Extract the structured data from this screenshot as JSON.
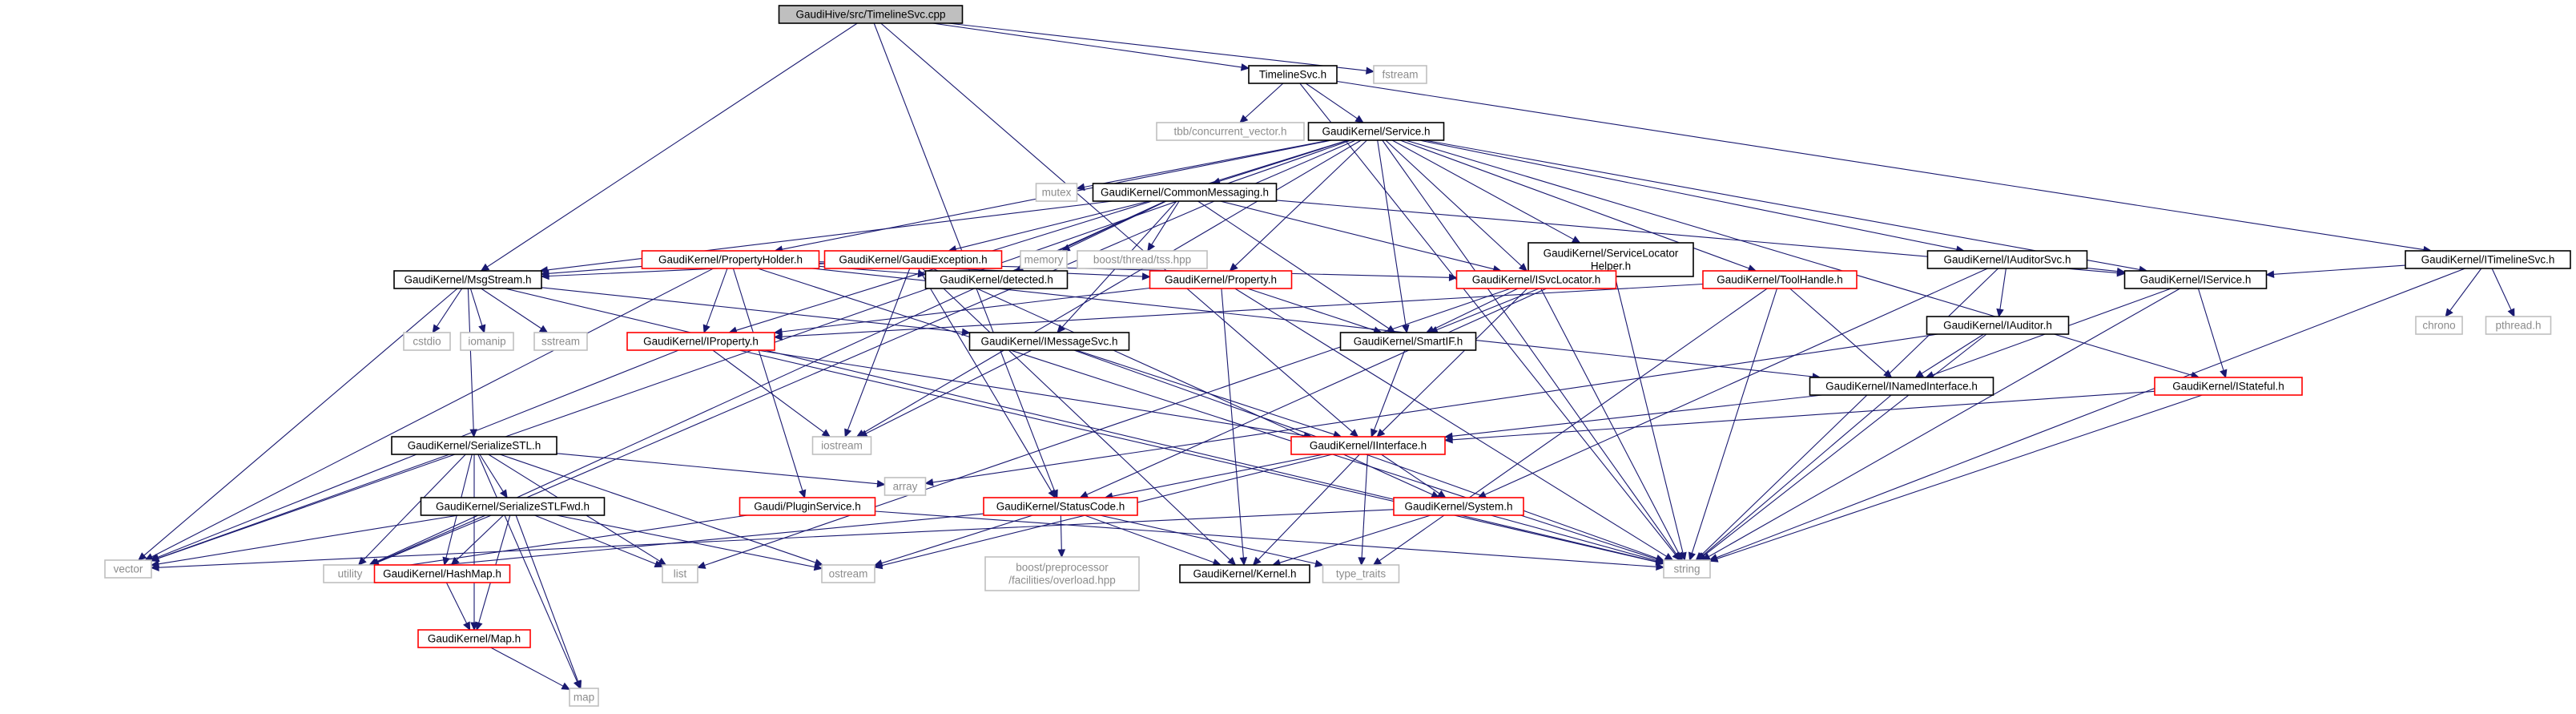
{
  "diagram": {
    "colors": {
      "edge": "#191970",
      "root_fill": "#bfbfbf",
      "documented_border": "#000000",
      "partial_border": "#ff0000",
      "external_border": "#bfbfbf",
      "external_text": "#8c8c8c"
    },
    "nodes": [
      {
        "id": "timelinesvc-cpp",
        "label": "GaudiHive/src/TimelineSvc.cpp",
        "style": "root"
      },
      {
        "id": "timelinesvc-h",
        "label": "TimelineSvc.h",
        "style": "documented"
      },
      {
        "id": "fstream",
        "label": "fstream",
        "style": "external"
      },
      {
        "id": "tbb-concurrent-vector",
        "label": "tbb/concurrent_vector.h",
        "style": "external"
      },
      {
        "id": "service-h",
        "label": "GaudiKernel/Service.h",
        "style": "documented"
      },
      {
        "id": "itimelinesvc-h",
        "label": "GaudiKernel/ITimelineSvc.h",
        "style": "documented"
      },
      {
        "id": "mutex",
        "label": "mutex",
        "style": "external"
      },
      {
        "id": "commonmessaging-h",
        "label": "GaudiKernel/CommonMessaging.h",
        "style": "documented"
      },
      {
        "id": "propertyholder-h",
        "label": "GaudiKernel/PropertyHolder.h",
        "style": "partial"
      },
      {
        "id": "gaudiexception-h",
        "label": "GaudiKernel/GaudiException.h",
        "style": "partial"
      },
      {
        "id": "memory",
        "label": "memory",
        "style": "external"
      },
      {
        "id": "boost-thread-tss",
        "label": "boost/thread/tss.hpp",
        "style": "external"
      },
      {
        "id": "servicelocatorhelper-h",
        "label": [
          "GaudiKernel/ServiceLocator",
          "Helper.h"
        ],
        "style": "documented"
      },
      {
        "id": "iauditorsvc-h",
        "label": "GaudiKernel/IAuditorSvc.h",
        "style": "documented"
      },
      {
        "id": "msgstream-h",
        "label": "GaudiKernel/MsgStream.h",
        "style": "documented"
      },
      {
        "id": "detected-h",
        "label": "GaudiKernel/detected.h",
        "style": "documented"
      },
      {
        "id": "property-h",
        "label": "GaudiKernel/Property.h",
        "style": "partial"
      },
      {
        "id": "isvclocator-h",
        "label": "GaudiKernel/ISvcLocator.h",
        "style": "partial"
      },
      {
        "id": "toolhandle-h",
        "label": "GaudiKernel/ToolHandle.h",
        "style": "partial"
      },
      {
        "id": "iauditor-h",
        "label": "GaudiKernel/IAuditor.h",
        "style": "documented"
      },
      {
        "id": "iservice-h",
        "label": "GaudiKernel/IService.h",
        "style": "documented"
      },
      {
        "id": "chrono",
        "label": "chrono",
        "style": "external"
      },
      {
        "id": "pthread-h",
        "label": "pthread.h",
        "style": "external"
      },
      {
        "id": "cstdio",
        "label": "cstdio",
        "style": "external"
      },
      {
        "id": "iomanip",
        "label": "iomanip",
        "style": "external"
      },
      {
        "id": "sstream",
        "label": "sstream",
        "style": "external"
      },
      {
        "id": "iproperty-h",
        "label": "GaudiKernel/IProperty.h",
        "style": "partial"
      },
      {
        "id": "imessagesvc-h",
        "label": "GaudiKernel/IMessageSvc.h",
        "style": "documented"
      },
      {
        "id": "smartif-h",
        "label": "GaudiKernel/SmartIF.h",
        "style": "documented"
      },
      {
        "id": "inamedinterface-h",
        "label": "GaudiKernel/INamedInterface.h",
        "style": "documented"
      },
      {
        "id": "istateful-h",
        "label": "GaudiKernel/IStateful.h",
        "style": "partial"
      },
      {
        "id": "serializestl-h",
        "label": "GaudiKernel/SerializeSTL.h",
        "style": "documented"
      },
      {
        "id": "iostream",
        "label": "iostream",
        "style": "external"
      },
      {
        "id": "iinterface-h",
        "label": "GaudiKernel/IInterface.h",
        "style": "partial"
      },
      {
        "id": "array",
        "label": "array",
        "style": "external"
      },
      {
        "id": "serializestlfwd-h",
        "label": "GaudiKernel/SerializeSTLFwd.h",
        "style": "documented"
      },
      {
        "id": "pluginservice-h",
        "label": "Gaudi/PluginService.h",
        "style": "partial"
      },
      {
        "id": "statuscode-h",
        "label": "GaudiKernel/StatusCode.h",
        "style": "partial"
      },
      {
        "id": "system-h",
        "label": "GaudiKernel/System.h",
        "style": "partial"
      },
      {
        "id": "vector",
        "label": "vector",
        "style": "external"
      },
      {
        "id": "utility",
        "label": "utility",
        "style": "external"
      },
      {
        "id": "hashmap-h",
        "label": "GaudiKernel/HashMap.h",
        "style": "partial"
      },
      {
        "id": "list",
        "label": "list",
        "style": "external"
      },
      {
        "id": "ostream",
        "label": "ostream",
        "style": "external"
      },
      {
        "id": "boost-overload-hpp",
        "label": [
          "boost/preprocessor",
          "/facilities/overload.hpp"
        ],
        "style": "external"
      },
      {
        "id": "kernel-h",
        "label": "GaudiKernel/Kernel.h",
        "style": "documented"
      },
      {
        "id": "type-traits",
        "label": "type_traits",
        "style": "external"
      },
      {
        "id": "string",
        "label": "string",
        "style": "external"
      },
      {
        "id": "map-h",
        "label": "GaudiKernel/Map.h",
        "style": "partial"
      },
      {
        "id": "map",
        "label": "map",
        "style": "external"
      }
    ],
    "edges": [
      [
        "timelinesvc-cpp",
        "timelinesvc-h"
      ],
      [
        "timelinesvc-cpp",
        "fstream"
      ],
      [
        "timelinesvc-cpp",
        "msgstream-h"
      ],
      [
        "timelinesvc-cpp",
        "statuscode-h"
      ],
      [
        "timelinesvc-cpp",
        "iinterface-h"
      ],
      [
        "timelinesvc-h",
        "tbb-concurrent-vector"
      ],
      [
        "timelinesvc-h",
        "service-h"
      ],
      [
        "timelinesvc-h",
        "itimelinesvc-h"
      ],
      [
        "timelinesvc-h",
        "string"
      ],
      [
        "service-h",
        "mutex"
      ],
      [
        "service-h",
        "commonmessaging-h"
      ],
      [
        "service-h",
        "propertyholder-h"
      ],
      [
        "service-h",
        "servicelocatorhelper-h"
      ],
      [
        "service-h",
        "iauditorsvc-h"
      ],
      [
        "service-h",
        "iproperty-h"
      ],
      [
        "service-h",
        "property-h"
      ],
      [
        "service-h",
        "isvclocator-h"
      ],
      [
        "service-h",
        "toolhandle-h"
      ],
      [
        "service-h",
        "iservice-h"
      ],
      [
        "service-h",
        "istateful-h"
      ],
      [
        "service-h",
        "smartif-h"
      ],
      [
        "service-h",
        "vector"
      ],
      [
        "service-h",
        "utility"
      ],
      [
        "service-h",
        "string"
      ],
      [
        "service-h",
        "iostream"
      ],
      [
        "itimelinesvc-h",
        "iservice-h"
      ],
      [
        "itimelinesvc-h",
        "chrono"
      ],
      [
        "itimelinesvc-h",
        "pthread-h"
      ],
      [
        "itimelinesvc-h",
        "string"
      ],
      [
        "commonmessaging-h",
        "gaudiexception-h"
      ],
      [
        "commonmessaging-h",
        "memory"
      ],
      [
        "commonmessaging-h",
        "boost-thread-tss"
      ],
      [
        "commonmessaging-h",
        "msgstream-h"
      ],
      [
        "commonmessaging-h",
        "detected-h"
      ],
      [
        "commonmessaging-h",
        "isvclocator-h"
      ],
      [
        "commonmessaging-h",
        "smartif-h"
      ],
      [
        "commonmessaging-h",
        "iservice-h"
      ],
      [
        "commonmessaging-h",
        "imessagesvc-h"
      ],
      [
        "commonmessaging-h",
        "utility"
      ],
      [
        "propertyholder-h",
        "msgstream-h"
      ],
      [
        "propertyholder-h",
        "detected-h"
      ],
      [
        "propertyholder-h",
        "property-h"
      ],
      [
        "propertyholder-h",
        "iproperty-h"
      ],
      [
        "propertyholder-h",
        "isvclocator-h"
      ],
      [
        "propertyholder-h",
        "inamedinterface-h"
      ],
      [
        "propertyholder-h",
        "pluginservice-h"
      ],
      [
        "propertyholder-h",
        "vector"
      ],
      [
        "propertyholder-h",
        "string"
      ],
      [
        "gaudiexception-h",
        "msgstream-h"
      ],
      [
        "gaudiexception-h",
        "statuscode-h"
      ],
      [
        "gaudiexception-h",
        "system-h"
      ],
      [
        "gaudiexception-h",
        "iostream"
      ],
      [
        "gaudiexception-h",
        "kernel-h"
      ],
      [
        "servicelocatorhelper-h",
        "isvclocator-h"
      ],
      [
        "servicelocatorhelper-h",
        "smartif-h"
      ],
      [
        "servicelocatorhelper-h",
        "statuscode-h"
      ],
      [
        "servicelocatorhelper-h",
        "string"
      ],
      [
        "iauditorsvc-h",
        "iservice-h"
      ],
      [
        "iauditorsvc-h",
        "iauditor-h"
      ],
      [
        "iauditorsvc-h",
        "system-h"
      ],
      [
        "iauditorsvc-h",
        "string"
      ],
      [
        "msgstream-h",
        "cstdio"
      ],
      [
        "msgstream-h",
        "iomanip"
      ],
      [
        "msgstream-h",
        "sstream"
      ],
      [
        "msgstream-h",
        "serializestl-h"
      ],
      [
        "msgstream-h",
        "imessagesvc-h"
      ],
      [
        "msgstream-h",
        "vector"
      ],
      [
        "msgstream-h",
        "string"
      ],
      [
        "property-h",
        "iproperty-h"
      ],
      [
        "property-h",
        "smartif-h"
      ],
      [
        "property-h",
        "kernel-h"
      ],
      [
        "property-h",
        "string"
      ],
      [
        "isvclocator-h",
        "smartif-h"
      ],
      [
        "isvclocator-h",
        "iinterface-h"
      ],
      [
        "isvclocator-h",
        "list"
      ],
      [
        "isvclocator-h",
        "string"
      ],
      [
        "toolhandle-h",
        "inamedinterface-h"
      ],
      [
        "toolhandle-h",
        "iproperty-h"
      ],
      [
        "toolhandle-h",
        "string"
      ],
      [
        "toolhandle-h",
        "type-traits"
      ],
      [
        "iauditor-h",
        "inamedinterface-h"
      ],
      [
        "iauditor-h",
        "string"
      ],
      [
        "iauditor-h",
        "array"
      ],
      [
        "iservice-h",
        "inamedinterface-h"
      ],
      [
        "iservice-h",
        "istateful-h"
      ],
      [
        "iservice-h",
        "string"
      ],
      [
        "iproperty-h",
        "iinterface-h"
      ],
      [
        "iproperty-h",
        "iostream"
      ],
      [
        "iproperty-h",
        "vector"
      ],
      [
        "iproperty-h",
        "string"
      ],
      [
        "imessagesvc-h",
        "iinterface-h"
      ],
      [
        "imessagesvc-h",
        "iostream"
      ],
      [
        "imessagesvc-h",
        "string"
      ],
      [
        "smartif-h",
        "iinterface-h"
      ],
      [
        "inamedinterface-h",
        "iinterface-h"
      ],
      [
        "inamedinterface-h",
        "string"
      ],
      [
        "istateful-h",
        "iinterface-h"
      ],
      [
        "istateful-h",
        "string"
      ],
      [
        "serializestl-h",
        "serializestlfwd-h"
      ],
      [
        "serializestl-h",
        "array"
      ],
      [
        "serializestl-h",
        "list"
      ],
      [
        "serializestl-h",
        "map"
      ],
      [
        "serializestl-h",
        "map-h"
      ],
      [
        "serializestl-h",
        "hashmap-h"
      ],
      [
        "serializestl-h",
        "ostream"
      ],
      [
        "serializestl-h",
        "utility"
      ],
      [
        "serializestl-h",
        "vector"
      ],
      [
        "iinterface-h",
        "statuscode-h"
      ],
      [
        "iinterface-h",
        "system-h"
      ],
      [
        "iinterface-h",
        "kernel-h"
      ],
      [
        "iinterface-h",
        "ostream"
      ],
      [
        "iinterface-h",
        "type-traits"
      ],
      [
        "serializestlfwd-h",
        "utility"
      ],
      [
        "serializestlfwd-h",
        "vector"
      ],
      [
        "serializestlfwd-h",
        "list"
      ],
      [
        "serializestlfwd-h",
        "map"
      ],
      [
        "serializestlfwd-h",
        "map-h"
      ],
      [
        "serializestlfwd-h",
        "hashmap-h"
      ],
      [
        "serializestlfwd-h",
        "ostream"
      ],
      [
        "pluginservice-h",
        "string"
      ],
      [
        "pluginservice-h",
        "utility"
      ],
      [
        "statuscode-h",
        "ostream"
      ],
      [
        "statuscode-h",
        "boost-overload-hpp"
      ],
      [
        "statuscode-h",
        "kernel-h"
      ],
      [
        "statuscode-h",
        "type-traits"
      ],
      [
        "statuscode-h",
        "utility"
      ],
      [
        "system-h",
        "kernel-h"
      ],
      [
        "system-h",
        "string"
      ],
      [
        "system-h",
        "vector"
      ],
      [
        "hashmap-h",
        "map-h"
      ],
      [
        "map-h",
        "map"
      ]
    ]
  }
}
